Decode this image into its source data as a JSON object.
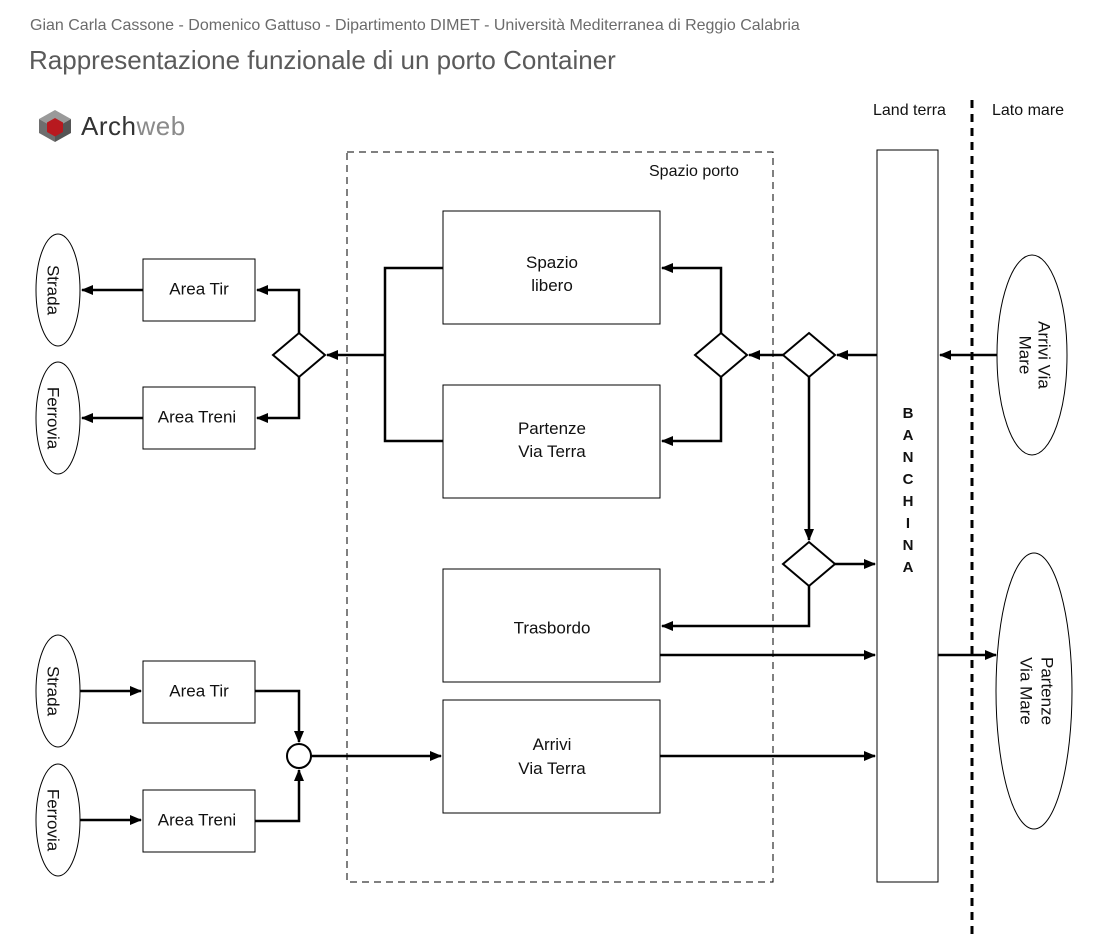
{
  "header": {
    "authors": "Gian Carla Cassone - Domenico Gattuso - Dipartimento DIMET - Università Mediterranea di Reggio Calabria",
    "title": "Rappresentazione funzionale di un porto Container"
  },
  "logo": {
    "part1": "Arch",
    "part2": "web"
  },
  "zones": {
    "land": "Land terra",
    "sea": "Lato mare",
    "port": "Spazio porto"
  },
  "nodes": {
    "strada_top": "Strada",
    "ferrovia_top": "Ferrovia",
    "area_tir_top": "Area Tir",
    "area_treni_top": "Area Treni",
    "spazio_libero": [
      "Spazio",
      "libero"
    ],
    "partenze_terra": [
      "Partenze",
      "Via Terra"
    ],
    "trasbordo": "Trasbordo",
    "arrivi_terra": [
      "Arrivi",
      "Via Terra"
    ],
    "strada_bottom": "Strada",
    "ferrovia_bottom": "Ferrovia",
    "area_tir_bottom": "Area Tir",
    "area_treni_bottom": "Area Treni",
    "banchina": [
      "B",
      "A",
      "N",
      "C",
      "H",
      "I",
      "N",
      "A"
    ],
    "arrivi_mare": [
      "Arrivi Via",
      "Mare"
    ],
    "partenze_mare": [
      "Partenze",
      "Via Mare"
    ]
  }
}
